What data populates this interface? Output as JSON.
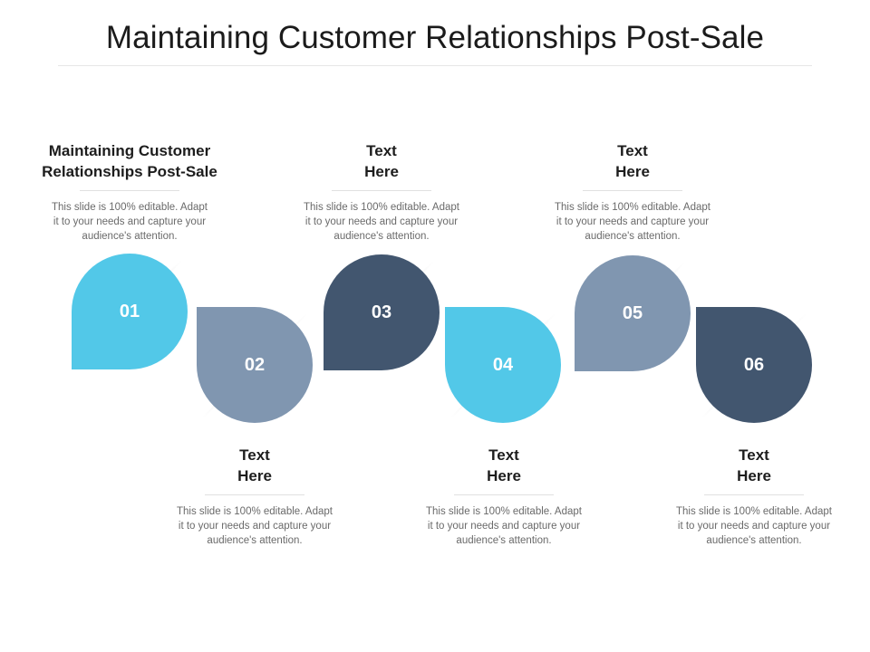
{
  "title": "Maintaining Customer Relationships Post-Sale",
  "steps": [
    {
      "number": "01",
      "heading": "Maintaining Customer\nRelationships Post-Sale",
      "description": "This slide is 100% editable. Adapt\nit to your needs and capture your\naudience's attention.",
      "color": "#52c8e8"
    },
    {
      "number": "02",
      "heading": "Text\nHere",
      "description": "This slide is 100% editable. Adapt\nit to your needs and capture your\naudience's attention.",
      "color": "#8096b0"
    },
    {
      "number": "03",
      "heading": "Text\nHere",
      "description": "This slide is 100% editable. Adapt\nit to your needs and capture your\naudience's attention.",
      "color": "#42566f"
    },
    {
      "number": "04",
      "heading": "Text\nHere",
      "description": "This slide is 100% editable. Adapt\nit to your needs and capture your\naudience's attention.",
      "color": "#52c8e8"
    },
    {
      "number": "05",
      "heading": "Text\nHere",
      "description": "This slide is 100% editable. Adapt\nit to your needs and capture your\naudience's attention.",
      "color": "#8096b0"
    },
    {
      "number": "06",
      "heading": "Text\nHere",
      "description": "This slide is 100% editable. Adapt\nit to your needs and capture your\naudience's attention.",
      "color": "#42566f"
    }
  ]
}
